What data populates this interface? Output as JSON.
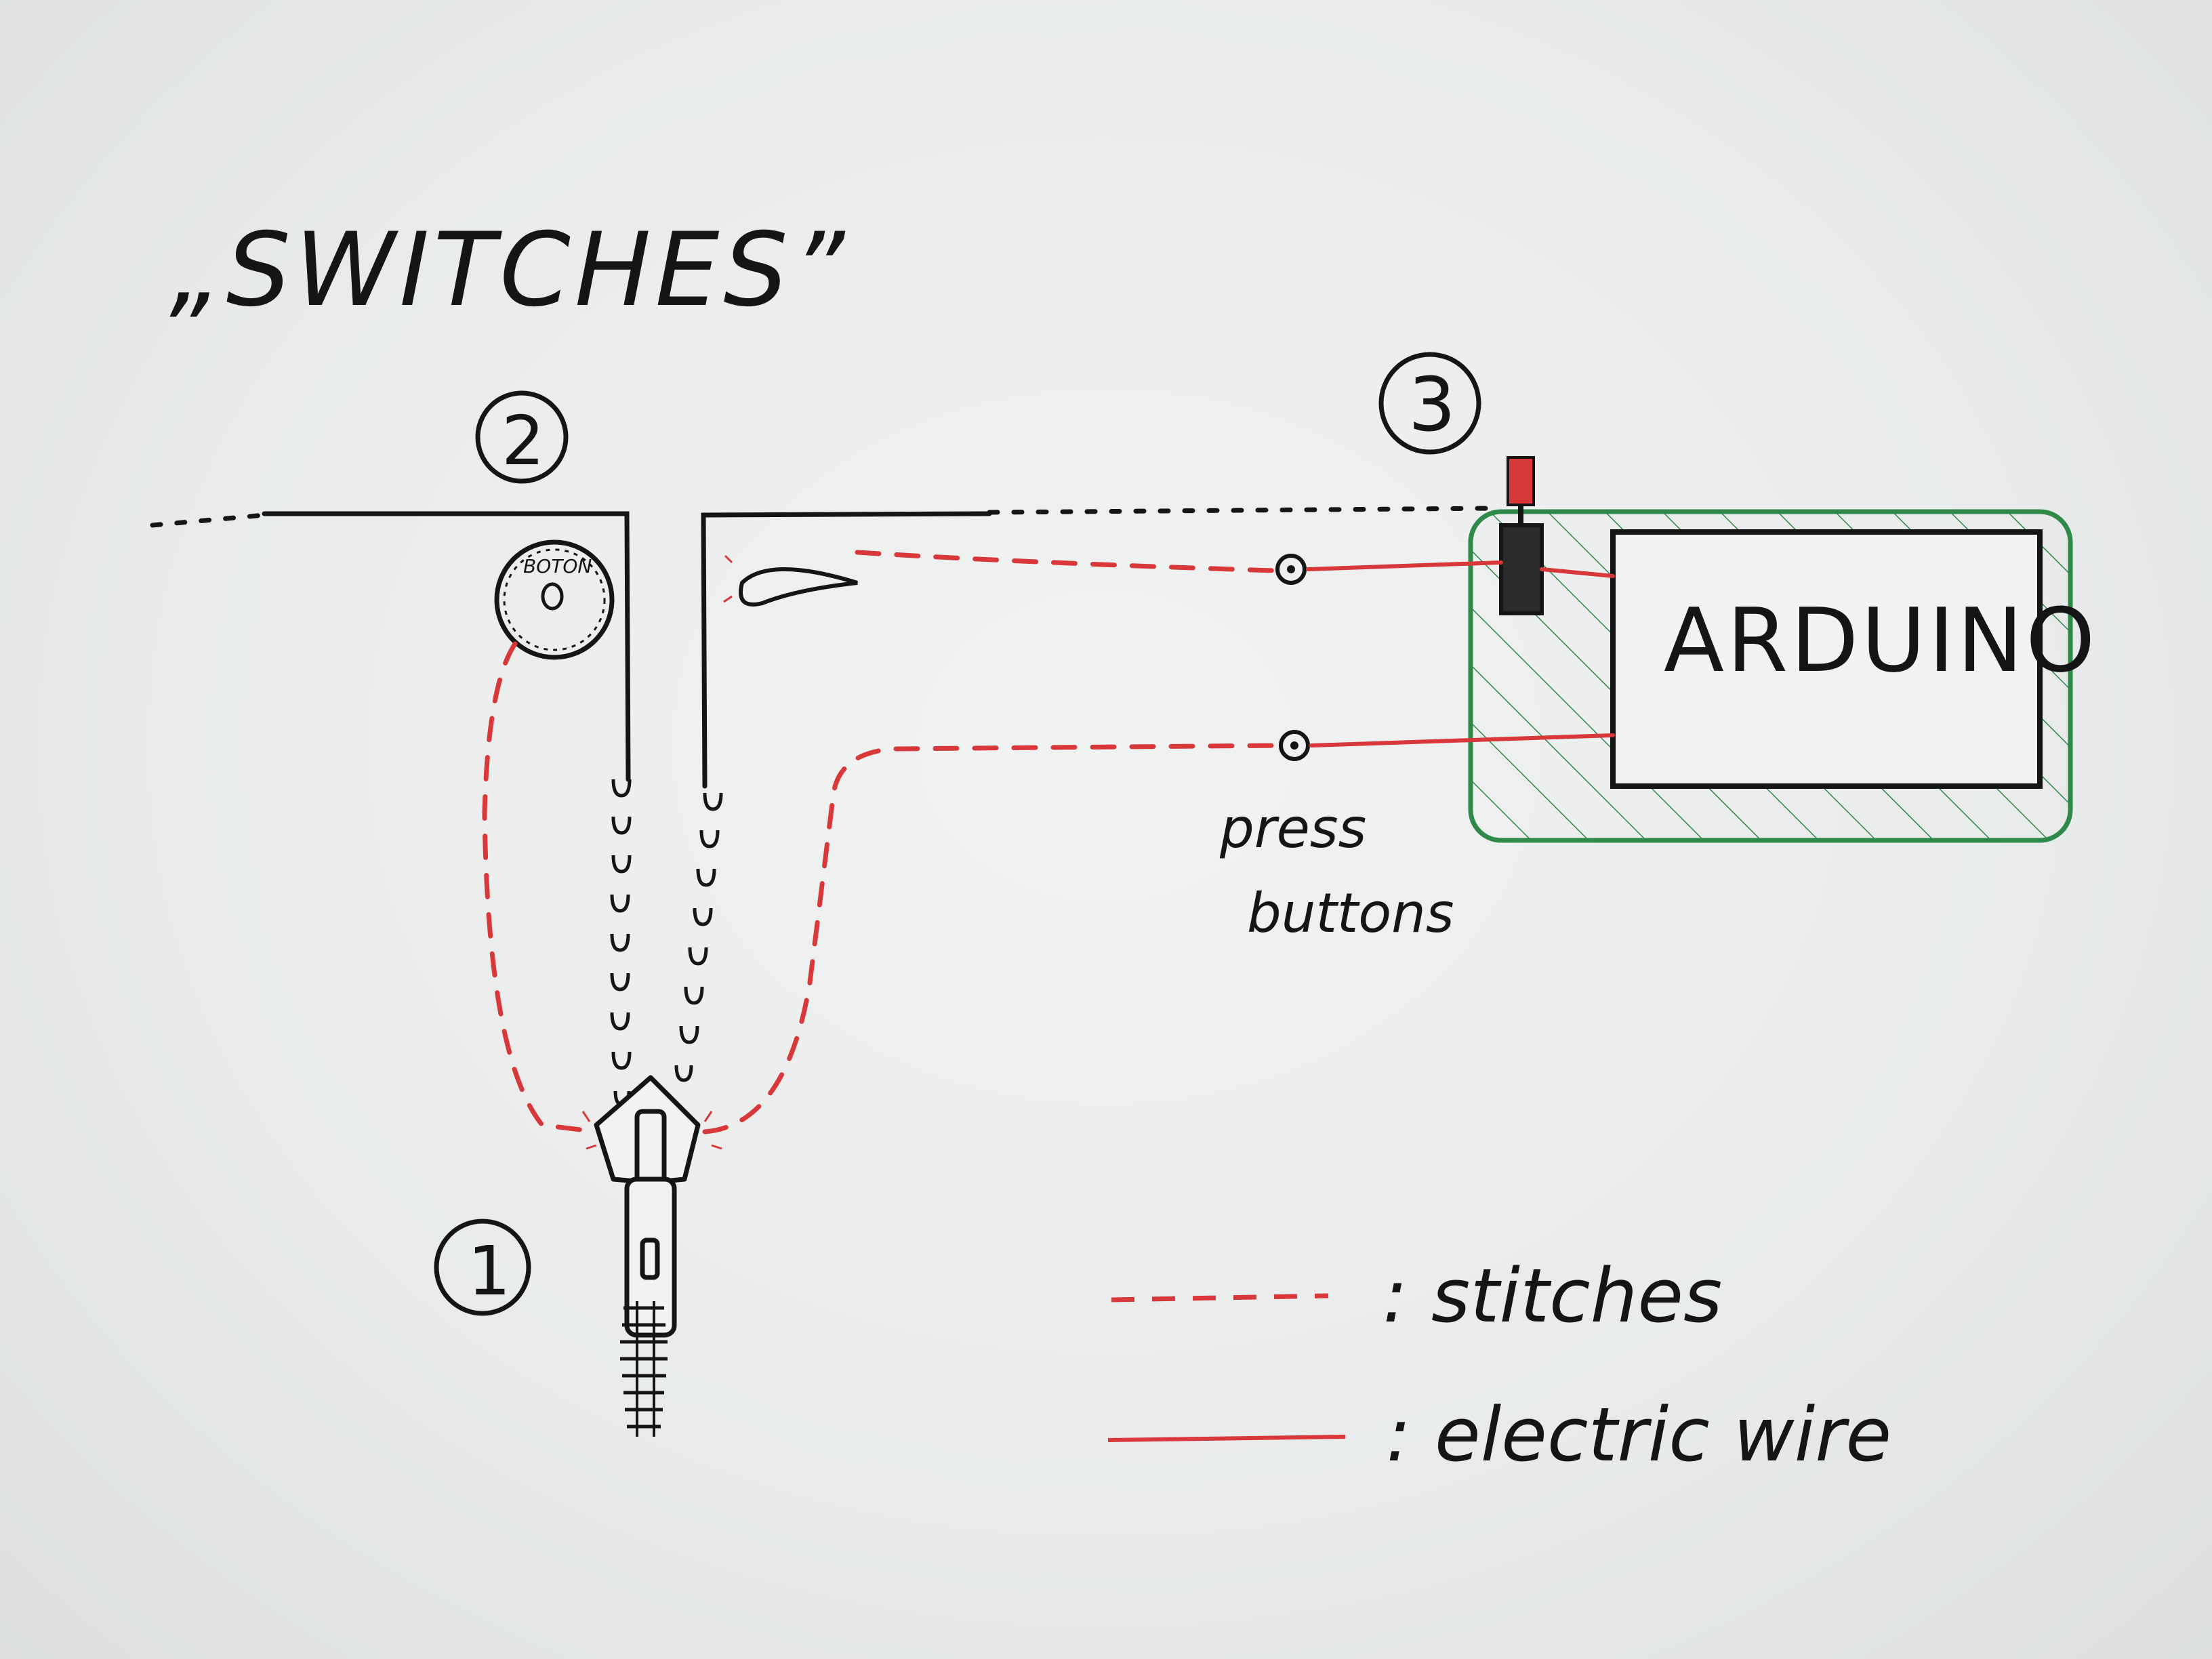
{
  "title": "„SWITCHES”",
  "markers": [
    "1",
    "2",
    "3"
  ],
  "button_text": "BOTON",
  "arduino_label": "ARDUINO",
  "press_buttons_label": [
    "press",
    "buttons"
  ],
  "legend": {
    "stitches": ": stitches",
    "electric_wire": ": electric wire"
  },
  "colors": {
    "ink": "#151515",
    "stitch_red": "#d9383a",
    "wire_red": "#d9383a",
    "green_zone": "#2f8a4a"
  }
}
